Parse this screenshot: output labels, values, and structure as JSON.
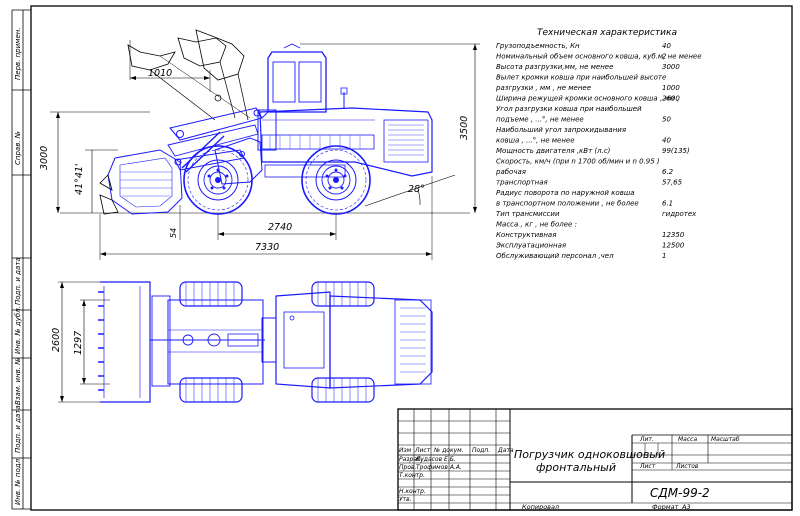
{
  "drawing": {
    "spec_title": "Техническая характеристика",
    "specs": [
      {
        "label": "Грузоподъемность, Кн",
        "value": "40"
      },
      {
        "label": "Номинальный объем основного ковша, куб.м, не менее",
        "value": "2"
      },
      {
        "label": "Высота разгрузки,мм, не менее",
        "value": "3000"
      },
      {
        "label": "Вылет кромки ковша при наибольшей высоте",
        "value": ""
      },
      {
        "label": "разгрузки , мм , не менее",
        "value": "1000"
      },
      {
        "label": "Ширина режущей кромки основного ковша , мм ,",
        "value": "2600"
      },
      {
        "label": "Угол разгрузки ковша при наибольшей",
        "value": ""
      },
      {
        "label": "подъеме , ...°, не менее",
        "value": "50"
      },
      {
        "label": "Наибольший угол запрокидывания",
        "value": ""
      },
      {
        "label": "ковша , ...°, не менее",
        "value": "40"
      },
      {
        "label": "Мощность двигателя ,кВт (л.с)",
        "value": "99(135)"
      },
      {
        "label": "Скорость, км/ч (при n 1700 об/мин и n 0.95 )",
        "value": ""
      },
      {
        "label": "рабочая",
        "value": "6.2"
      },
      {
        "label": "транспортная",
        "value": "57,65"
      },
      {
        "label": "Радиус поворота по наружной ковша",
        "value": ""
      },
      {
        "label": "в транспортном положении , не более",
        "value": "6.1"
      },
      {
        "label": "Тип трансмиссии",
        "value": "гидротех"
      },
      {
        "label": "Масса , кг , не более :",
        "value": ""
      },
      {
        "label": "Конструктивная",
        "value": "12350"
      },
      {
        "label": "Эксплуатационная",
        "value": "12500"
      },
      {
        "label": "Обслуживающий персонал ,чел",
        "value": "1"
      }
    ],
    "dimensions": {
      "reach": "1010",
      "lift_height": "3000",
      "height": "3500",
      "bucket_angle": "41°41'",
      "wheelbase": "2740",
      "overall_length": "7330",
      "clearance": "54",
      "departure_angle": "28°",
      "track": "2600",
      "width": "1297"
    },
    "side_labels": [
      "Перв. примен.",
      "Справ. №",
      "Подп. и дата",
      "Инв. № дубл.",
      "Взам. инв. №",
      "Подп. и дата",
      "Инв. № подл."
    ],
    "title_block": {
      "product_name_1": "Погрузчик одноковшовый",
      "product_name_2": "фронтальный",
      "code": "СДМ-99-2",
      "hdr_izm": "Изм",
      "hdr_list": "Лист",
      "hdr_doc": "№ докум.",
      "hdr_sign": "Подп.",
      "hdr_date": "Дата",
      "row_razrab": "Разраб.",
      "razrab_name": "Кудасов Е.Б.",
      "row_prov": "Пров.",
      "prov_name": "Трофимов А.А.",
      "row_tkontr": "Т.контр.",
      "row_nkontr": "Н.контр.",
      "row_utv": "Утв.",
      "lit": "Лит.",
      "massa": "Масса",
      "masshtab": "Масштаб",
      "list": "Лист",
      "listov": "Листов",
      "kopiroval": "Копировал",
      "format": "Формат",
      "format_value": "А3"
    }
  }
}
